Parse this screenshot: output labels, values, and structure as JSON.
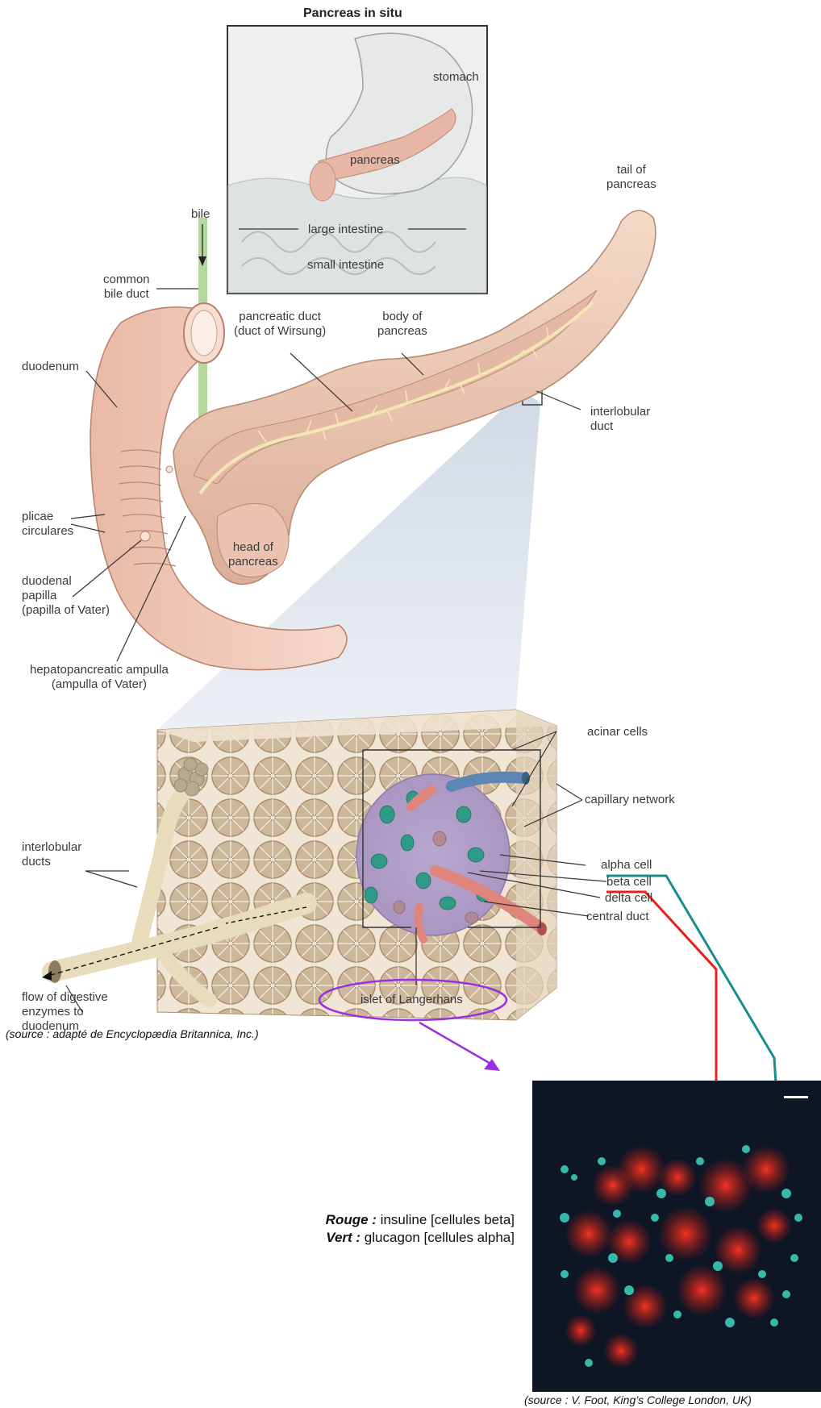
{
  "inset": {
    "title": "Pancreas in situ",
    "labels": {
      "stomach": "stomach",
      "pancreas": "pancreas",
      "large_intestine": "large intestine",
      "small_intestine": "small intestine"
    }
  },
  "anatomy": {
    "bile": "bile",
    "common_bile_duct": [
      "common",
      "bile duct"
    ],
    "duodenum": "duodenum",
    "pancreatic_duct": [
      "pancreatic duct",
      "(duct of Wirsung)"
    ],
    "body_of_pancreas": [
      "body of",
      "pancreas"
    ],
    "tail_of_pancreas": [
      "tail of",
      "pancreas"
    ],
    "interlobular_duct": [
      "interlobular",
      "duct"
    ],
    "plicae_circulares": [
      "plicae",
      "circulares"
    ],
    "head_of_pancreas": [
      "head of",
      "pancreas"
    ],
    "duodenal_papilla": [
      "duodenal",
      "papilla",
      "(papilla of Vater)"
    ],
    "hepatopancreatic_ampulla": [
      "hepatopancreatic ampulla",
      "(ampulla of Vater)"
    ]
  },
  "tissue": {
    "acinar_cells": "acinar cells",
    "capillary_network": "capillary network",
    "interlobular_ducts": [
      "interlobular",
      "ducts"
    ],
    "alpha_cell": "alpha cell",
    "beta_cell": "beta cell",
    "delta_cell": "delta cell",
    "central_duct": "central duct",
    "flow": [
      "flow of digestive",
      "enzymes to",
      "duodenum"
    ],
    "islet": "islet of Langerhans"
  },
  "source_britannica": "(source : adapté de Encyclopædia Britannica, Inc.)",
  "legend": {
    "rouge_key": "Rouge :",
    "rouge_text": " insuline [cellules beta]",
    "vert_key": "Vert :",
    "vert_text": " glucagon [cellules alpha]"
  },
  "source_foot": "(source : V. Foot, King’s College London, UK)",
  "colors": {
    "alpha": "#1a8c8c",
    "beta": "#e8201c",
    "islet_ring": "#9b2fe0",
    "tissue_bg": "#f2e6d6",
    "micro_bg": "#0e1626"
  }
}
